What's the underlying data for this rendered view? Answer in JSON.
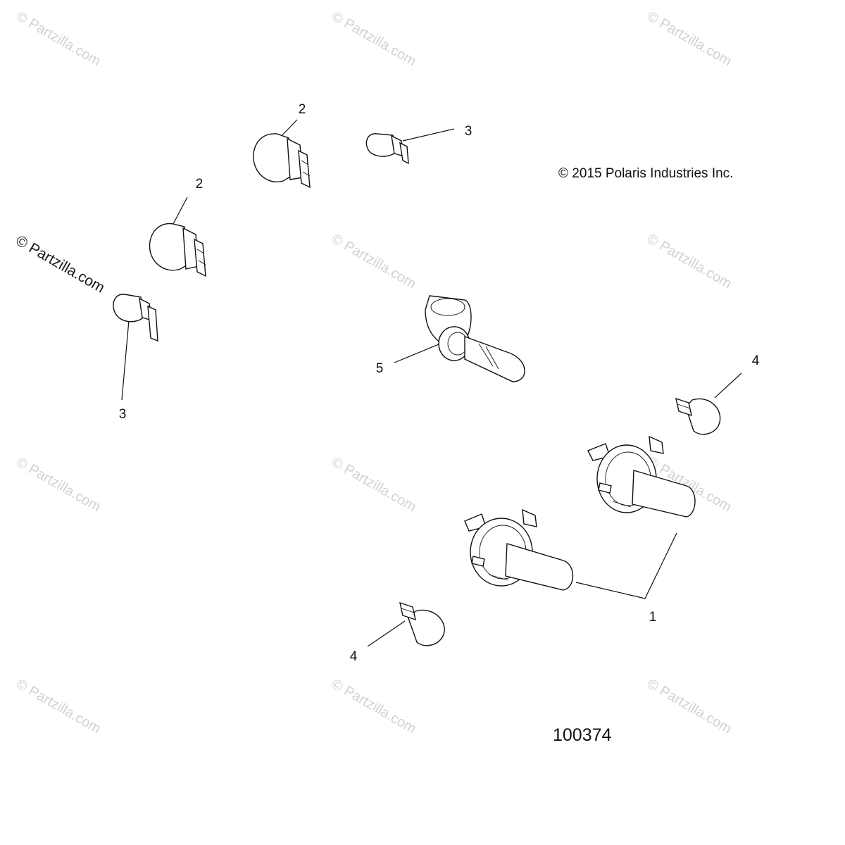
{
  "watermark": {
    "text": "© Partzilla.com"
  },
  "copyright": "© 2015 Polaris Industries Inc.",
  "drawing_number": "100374",
  "callouts": {
    "c1": "1",
    "c2a": "2",
    "c2b": "2",
    "c3a": "3",
    "c3b": "3",
    "c4a": "4",
    "c4b": "4",
    "c5": "5"
  },
  "parts": [
    {
      "callout": "1",
      "icon": "h4-headlight-bulb-icon"
    },
    {
      "callout": "2",
      "icon": "wedge-bulb-large-icon"
    },
    {
      "callout": "3",
      "icon": "wedge-bulb-small-icon"
    },
    {
      "callout": "4",
      "icon": "wedge-bulb-amber-icon"
    },
    {
      "callout": "5",
      "icon": "h9-headlight-bulb-icon"
    }
  ]
}
